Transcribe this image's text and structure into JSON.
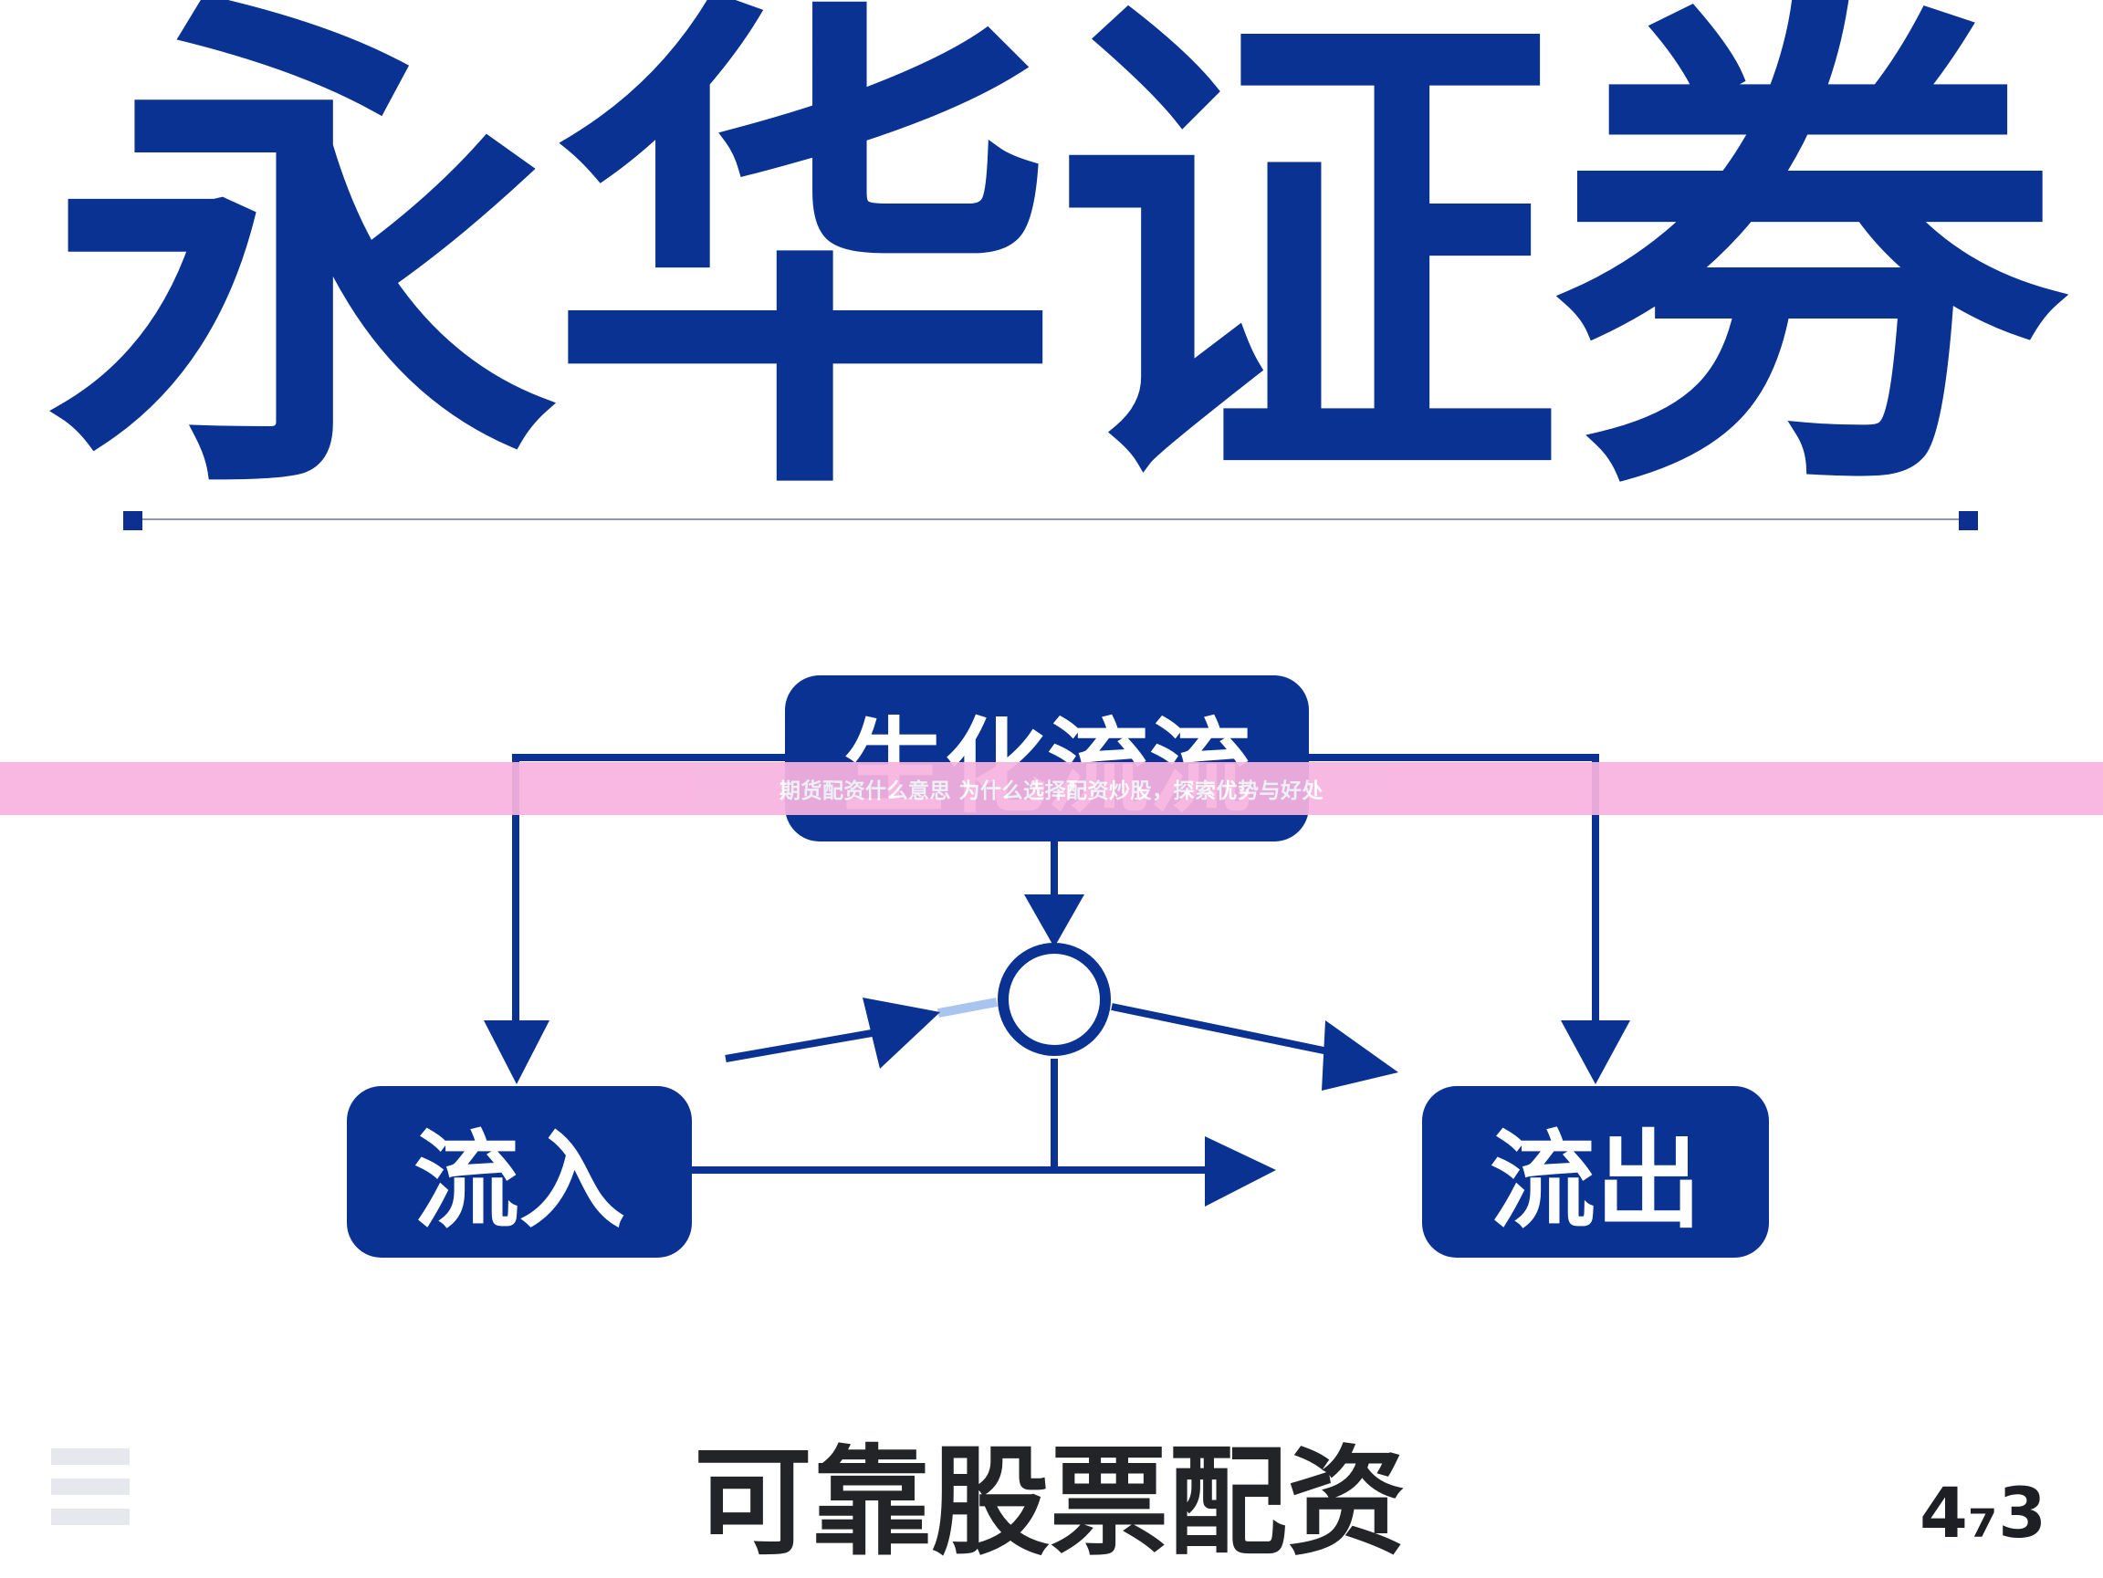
{
  "title": "永华证券",
  "diagram": {
    "top_node": "生化流流",
    "left_node": "流入",
    "right_node": "流出"
  },
  "banner": "期货配资什么意思 为什么选择配资炒股，探索优势与好处",
  "footer": {
    "label": "可靠股票配资",
    "number": "4₇3"
  },
  "colors": {
    "primary": "#0a3293",
    "rule": "#8d97b5",
    "banner": "#f7b3df",
    "highlight": "#a9c4ef"
  },
  "icons": [
    "menu-icon",
    "circle-junction"
  ]
}
